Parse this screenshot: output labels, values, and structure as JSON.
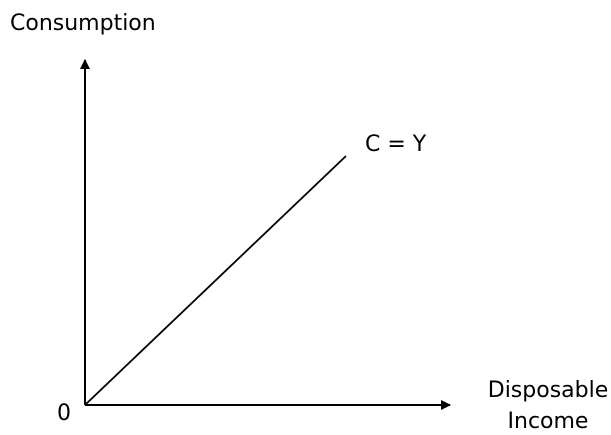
{
  "chart_data": {
    "type": "line",
    "title": "",
    "xlabel": [
      "Disposable",
      "Income"
    ],
    "ylabel": "Consumption",
    "origin_label": "0",
    "series": [
      {
        "name": "C = Y",
        "x": [
          0,
          1
        ],
        "y": [
          0,
          1
        ]
      }
    ],
    "grid": false,
    "legend": "none"
  }
}
